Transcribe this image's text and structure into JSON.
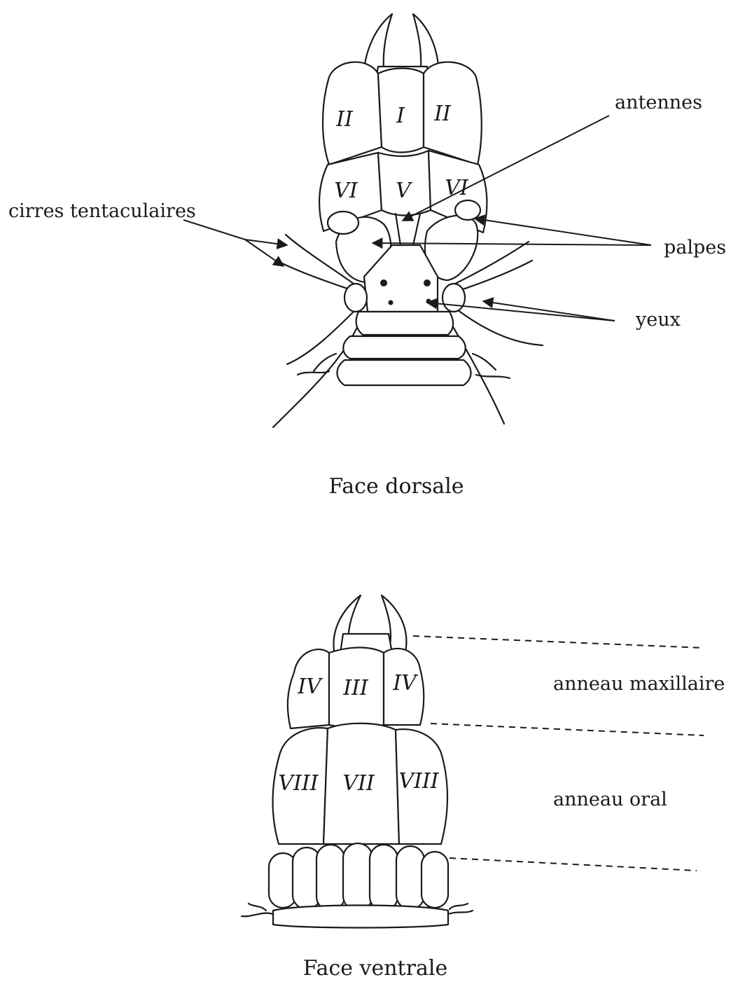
{
  "dorsal": {
    "caption": "Face dorsale",
    "labels": {
      "antennes": "antennes",
      "cirres": "cirres tentaculaires",
      "palpes": "palpes",
      "yeux": "yeux"
    },
    "paragnath_groups": {
      "left_II": "II",
      "mid_I": "I",
      "right_II": "II",
      "left_VI": "VI",
      "mid_V": "V",
      "right_VI": "VI"
    }
  },
  "ventral": {
    "caption": "Face ventrale",
    "labels": {
      "maxillaire": "anneau maxillaire",
      "oral": "anneau oral"
    },
    "paragnath_groups": {
      "left_IV": "IV",
      "mid_III": "III",
      "right_IV": "IV",
      "left_VIII": "VIII",
      "mid_VII": "VII",
      "right_VIII": "VIII"
    }
  }
}
